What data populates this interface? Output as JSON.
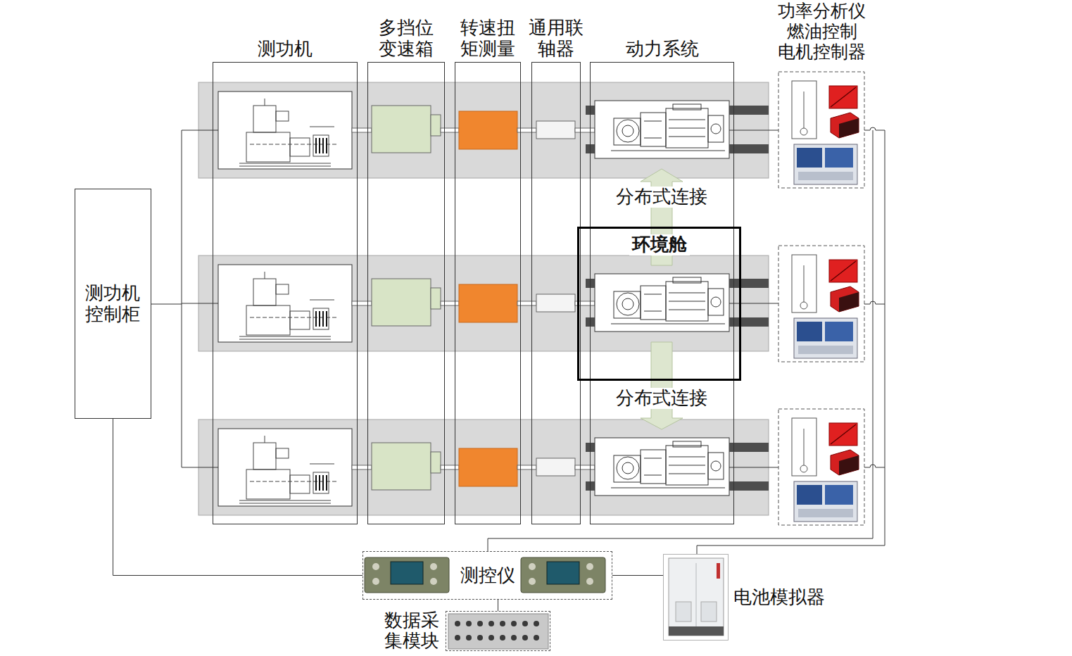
{
  "diagram": {
    "nodes": [
      {
        "text": [
          "测功机"
        ]
      },
      {
        "text": [
          "多挡位变速箱"
        ]
      },
      {
        "text": [
          "转速扭矩测量"
        ]
      },
      {
        "text": [
          "通用联轴器"
        ]
      },
      {
        "text": [
          "动力系统"
        ]
      },
      {
        "text": [
          "测功机控制柜"
        ]
      },
      {
        "text": [
          "环境舱"
        ]
      },
      {
        "text": [
          "测控仪"
        ]
      },
      {
        "text": [
          "数据采集模块"
        ]
      },
      {
        "text": [
          "电池模拟器"
        ]
      }
    ],
    "edges": [
      {
        "from": 5,
        "to": 7,
        "arrow": "none"
      },
      {
        "from": 7,
        "to": 8,
        "arrow": "none"
      },
      {
        "from": 7,
        "to": 9,
        "arrow": "none"
      }
    ],
    "labels": [
      "功率分析仪 燃油控制 电机控制器",
      "分布式连接",
      "分布式连接"
    ]
  }
}
